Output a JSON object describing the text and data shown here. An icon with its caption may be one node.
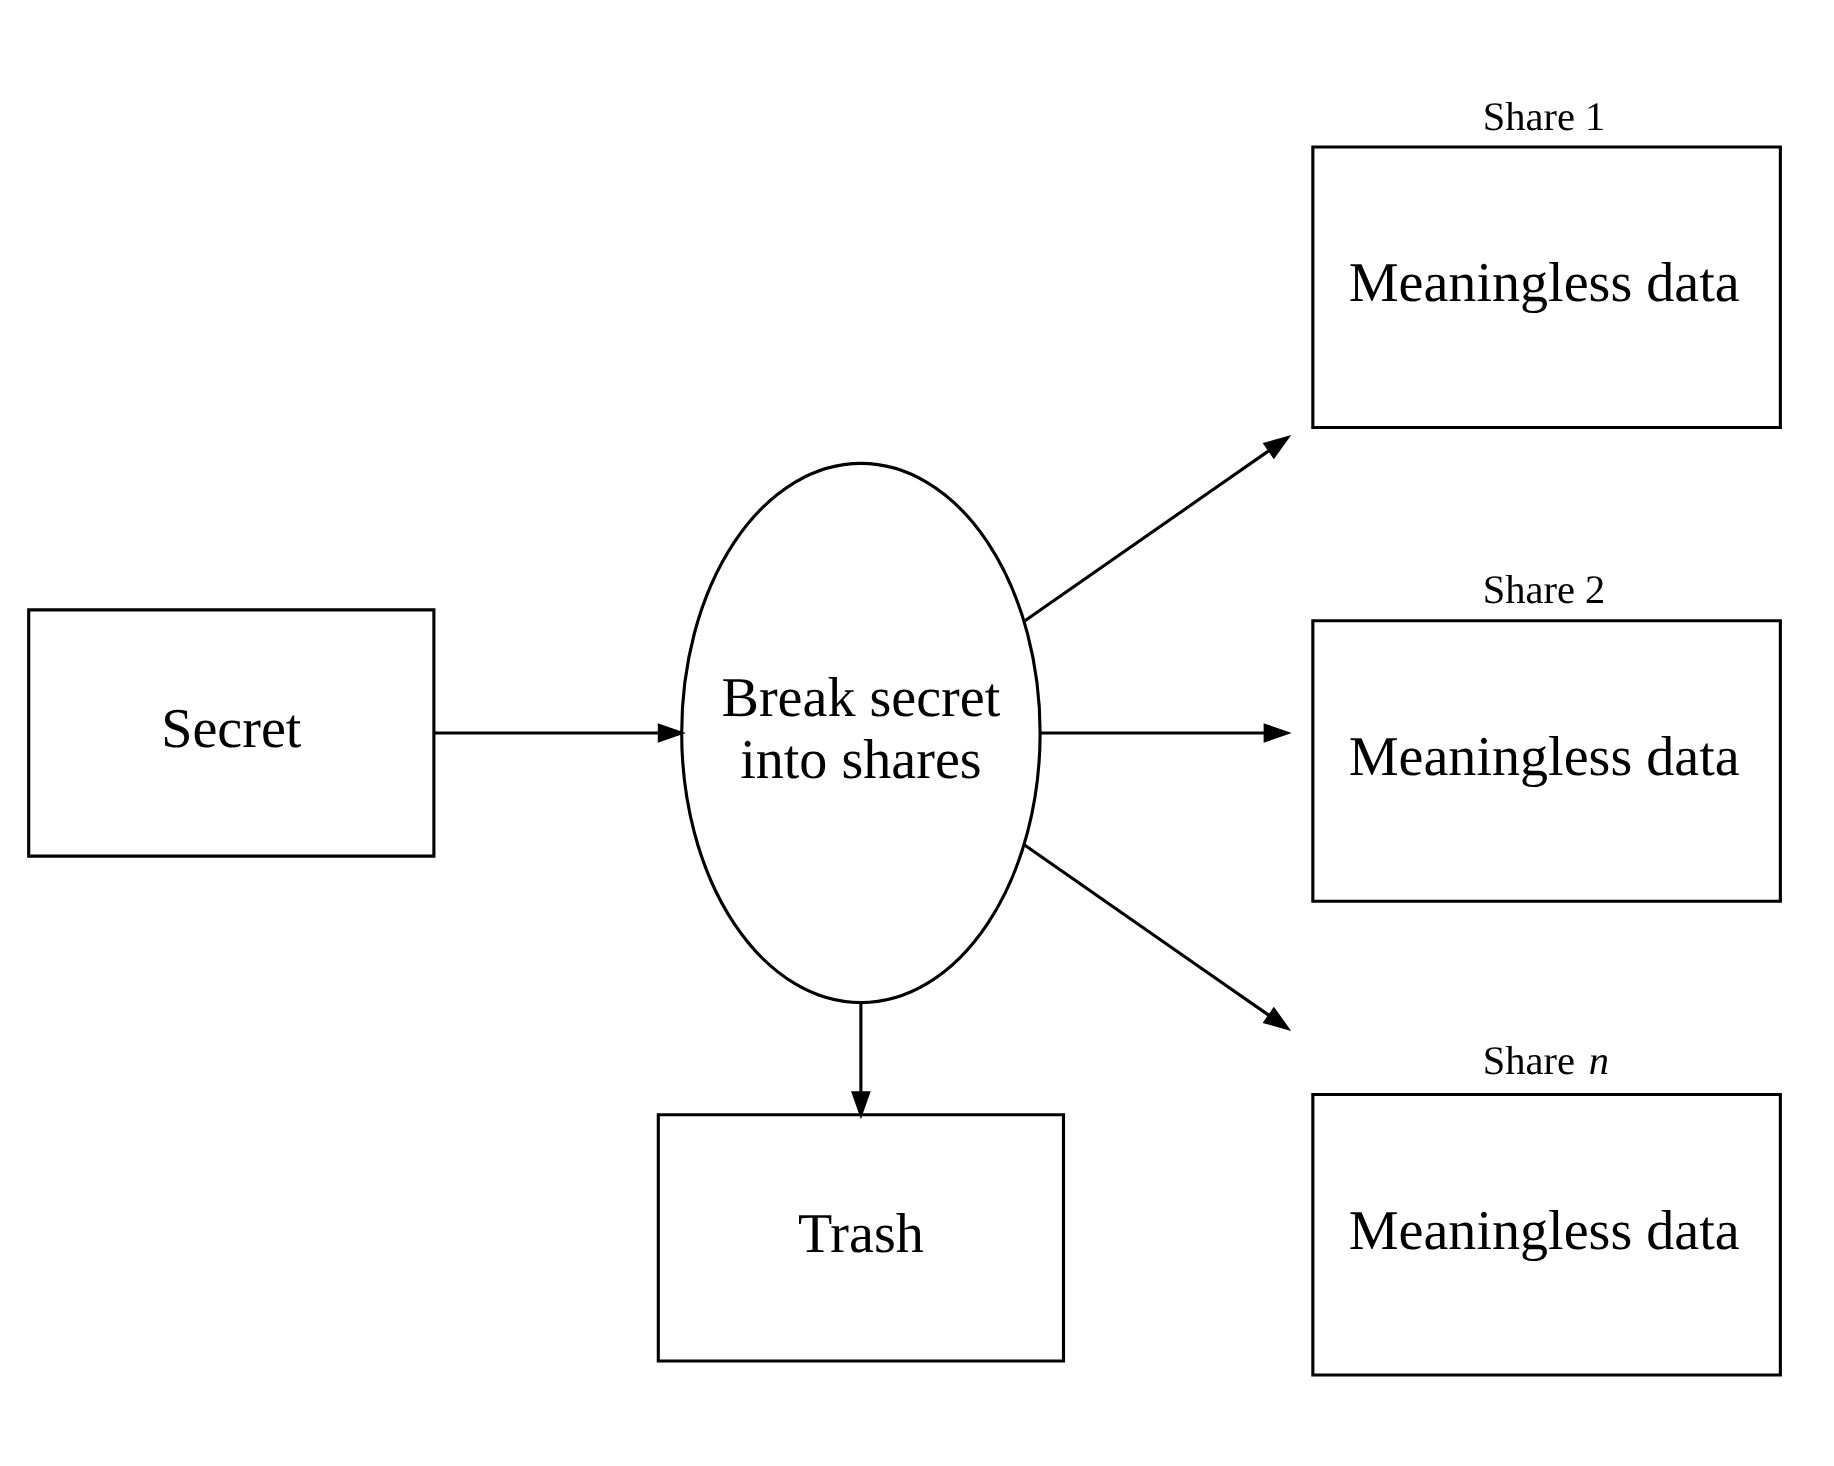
{
  "diagram": {
    "nodes": [
      {
        "text": [
          "Secret"
        ]
      },
      {
        "text": [
          "Break secret into shares"
        ]
      },
      {
        "text": [
          "Trash"
        ]
      },
      {
        "text": [
          "Meaningless data"
        ],
        "beside": [
          "Share 1"
        ]
      },
      {
        "text": [
          "Meaningless data"
        ],
        "beside": [
          "Share 2"
        ]
      },
      {
        "text": [
          "Meaningless data"
        ],
        "beside": [
          "Share *n*"
        ]
      }
    ],
    "edges": [
      {
        "from": 0,
        "to": 1,
        "arrow": "to"
      },
      {
        "from": 1,
        "to": 3,
        "arrow": "to"
      },
      {
        "from": 1,
        "to": 4,
        "arrow": "to"
      },
      {
        "from": 1,
        "to": 5,
        "arrow": "to"
      },
      {
        "from": 1,
        "to": 2,
        "arrow": "to"
      }
    ]
  }
}
